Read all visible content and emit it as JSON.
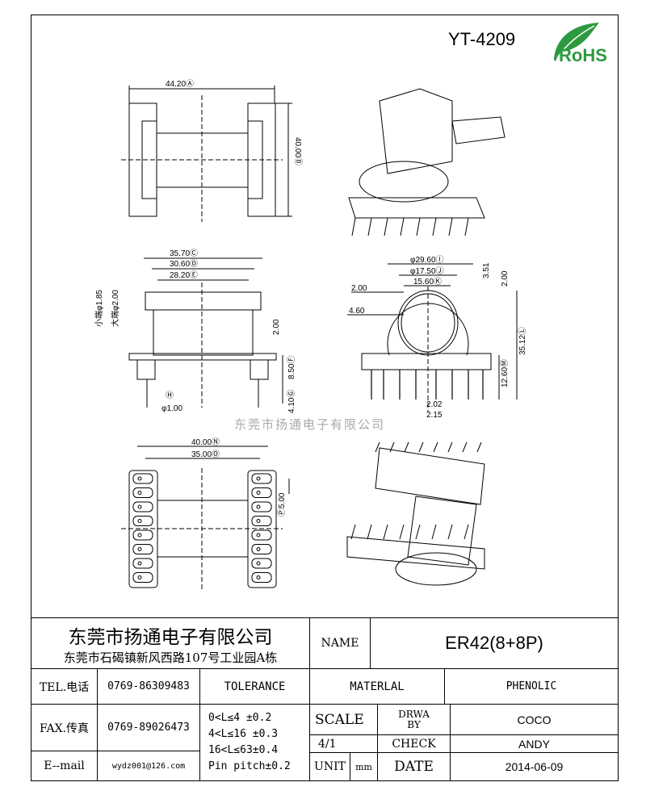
{
  "header": {
    "part_number": "YT-4209",
    "logo_text": "RoHS",
    "logo_color": "#2e9a3f"
  },
  "watermark": "东莞市扬通电子有限公司",
  "views": {
    "top": {
      "width": "44.20",
      "width_tag": "Ⓐ",
      "height": "40.00",
      "height_tag": "Ⓑ"
    },
    "side": {
      "d1": "35.70",
      "d1_tag": "Ⓒ",
      "d2": "30.60",
      "d2_tag": "Ⓓ",
      "d3": "28.20",
      "d3_tag": "Ⓔ",
      "small_end": "小端φ1.85",
      "big_end": "大端φ2.00",
      "r1": "2.00",
      "r2": "8.50",
      "r2_tag": "Ⓕ",
      "r3": "4.10",
      "r3_tag": "Ⓖ",
      "pin": "φ1.00",
      "pin_tag": "Ⓗ"
    },
    "front": {
      "d1": "φ29.60",
      "d1_tag": "Ⓘ",
      "d2": "φ17.50",
      "d2_tag": "Ⓙ",
      "d3": "15.60",
      "d3_tag": "Ⓚ",
      "l1": "2.00",
      "l2": "4.60",
      "v1": "3.51",
      "v2": "2.00",
      "h1": "35.12",
      "h1_tag": "Ⓛ",
      "h2": "12.60",
      "h2_tag": "Ⓜ",
      "b1": "2.02",
      "b2": "2.15"
    },
    "bottom": {
      "w1": "40.00",
      "w1_tag": "Ⓝ",
      "w2": "35.00",
      "w2_tag": "Ⓞ",
      "pitch": "5.00",
      "pitch_tag": "Ⓟ"
    }
  },
  "title_block": {
    "company": "东莞市扬通电子有限公司",
    "address": "东莞市石碣镇新风西路107号工业园A栋",
    "name_label": "NAME",
    "name_value": "ER42(8+8P)",
    "tel_label": "TEL.电话",
    "tel_value": "0769-86309483",
    "fax_label": "FAX.传真",
    "fax_value": "0769-89026473",
    "email_label": "E--mail",
    "email_value": "wydz001@126.com",
    "tolerance_label": "TOLERANCE",
    "tolerances": [
      "0<L≤4   ±0.2",
      "4<L≤16  ±0.3",
      "16<L≤63±0.4",
      "Pin pitch±0.2"
    ],
    "material_label": "MATERLAL",
    "material_value": "PHENOLIC",
    "scale_label": "SCALE",
    "scale_value": "4/1",
    "drawn_label": "DRWA BY",
    "drawn_value": "COCO",
    "check_label": "CHECK",
    "check_value": "ANDY",
    "unit_label": "UNIT",
    "unit_value": "mm",
    "date_label": "DATE",
    "date_value": "2014-06-09"
  }
}
